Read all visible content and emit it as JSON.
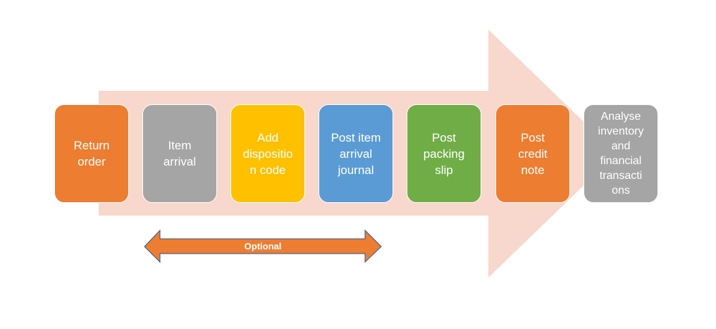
{
  "colors": {
    "flow_arrow": "#f8d7cc",
    "optional_arrow_fill": "#ed7d31",
    "optional_arrow_stroke": "#2f5597"
  },
  "steps": [
    {
      "label": "Return\norder",
      "color": "#ed7d31"
    },
    {
      "label": "Item\narrival",
      "color": "#a5a5a5"
    },
    {
      "label": "Add\ndispositio\nn code",
      "color": "#ffc000"
    },
    {
      "label": "Post item\narrival\njournal",
      "color": "#5b9bd5"
    },
    {
      "label": "Post\npacking\nslip",
      "color": "#70ad47"
    },
    {
      "label": "Post\ncredit\nnote",
      "color": "#ed7d31"
    },
    {
      "label": "Analyse\ninventory\nand\nfinancial\ntransacti\nons",
      "color": "#a5a5a5"
    }
  ],
  "optional_range": {
    "label": "Optional",
    "from_step": 2,
    "to_step": 4
  }
}
